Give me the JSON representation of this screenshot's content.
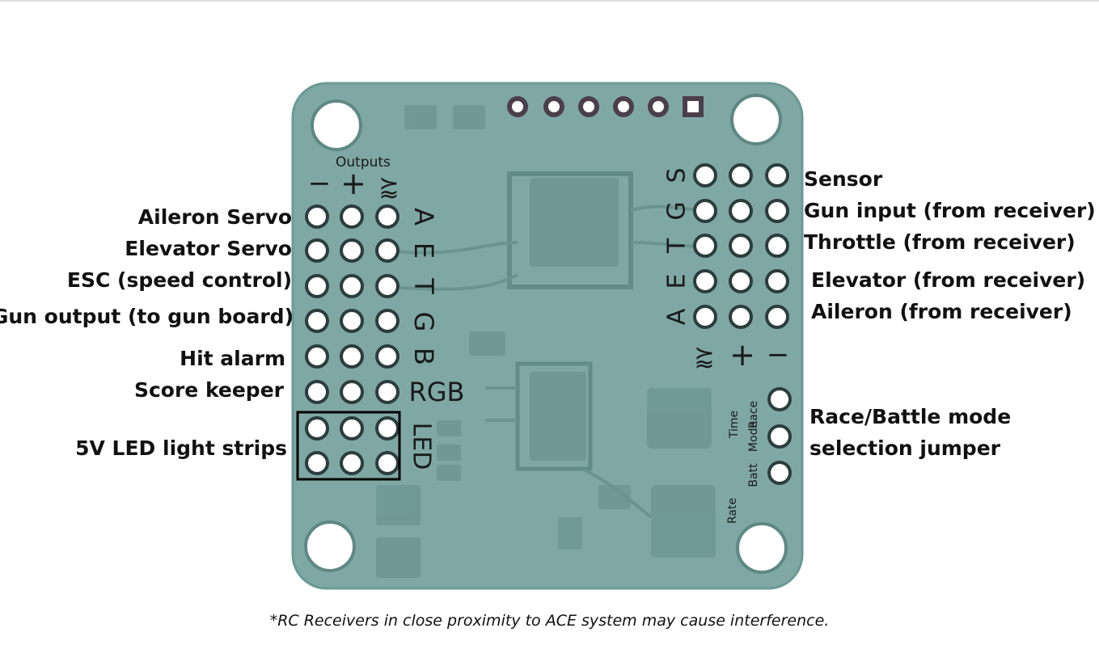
{
  "board": {
    "silkscreen": {
      "outputs_header": "Outputs",
      "minus": "−",
      "plus": "+",
      "signal": "⪸",
      "left_column_letters": [
        "A",
        "E",
        "T",
        "G",
        "B",
        "RGB",
        "LED"
      ],
      "right_column_letters": [
        "S",
        "G",
        "T",
        "E",
        "A"
      ],
      "jumper_labels": [
        "Race",
        "Time",
        "Mode",
        "Batt",
        "Rate"
      ]
    },
    "colors": {
      "pcb": "#7fa8a4",
      "pcb_edge": "#6b9a96",
      "pad_ring": "#2b3d3c",
      "pad_hole": "#ffffff",
      "highlight_box": "#000000"
    }
  },
  "left_labels": [
    "Aileron Servo",
    "Elevator Servo",
    "ESC (speed control)",
    "Gun output (to gun board)",
    "Hit alarm",
    "Score keeper",
    "5V LED light strips"
  ],
  "right_labels": [
    "Sensor",
    "Gun input (from receiver)",
    "Throttle (from receiver)",
    "Elevator (from receiver)",
    "Aileron (from receiver)",
    "Race/Battle mode",
    "selection jumper"
  ],
  "footnote": "*RC Receivers in close proximity to ACE system may cause interference."
}
